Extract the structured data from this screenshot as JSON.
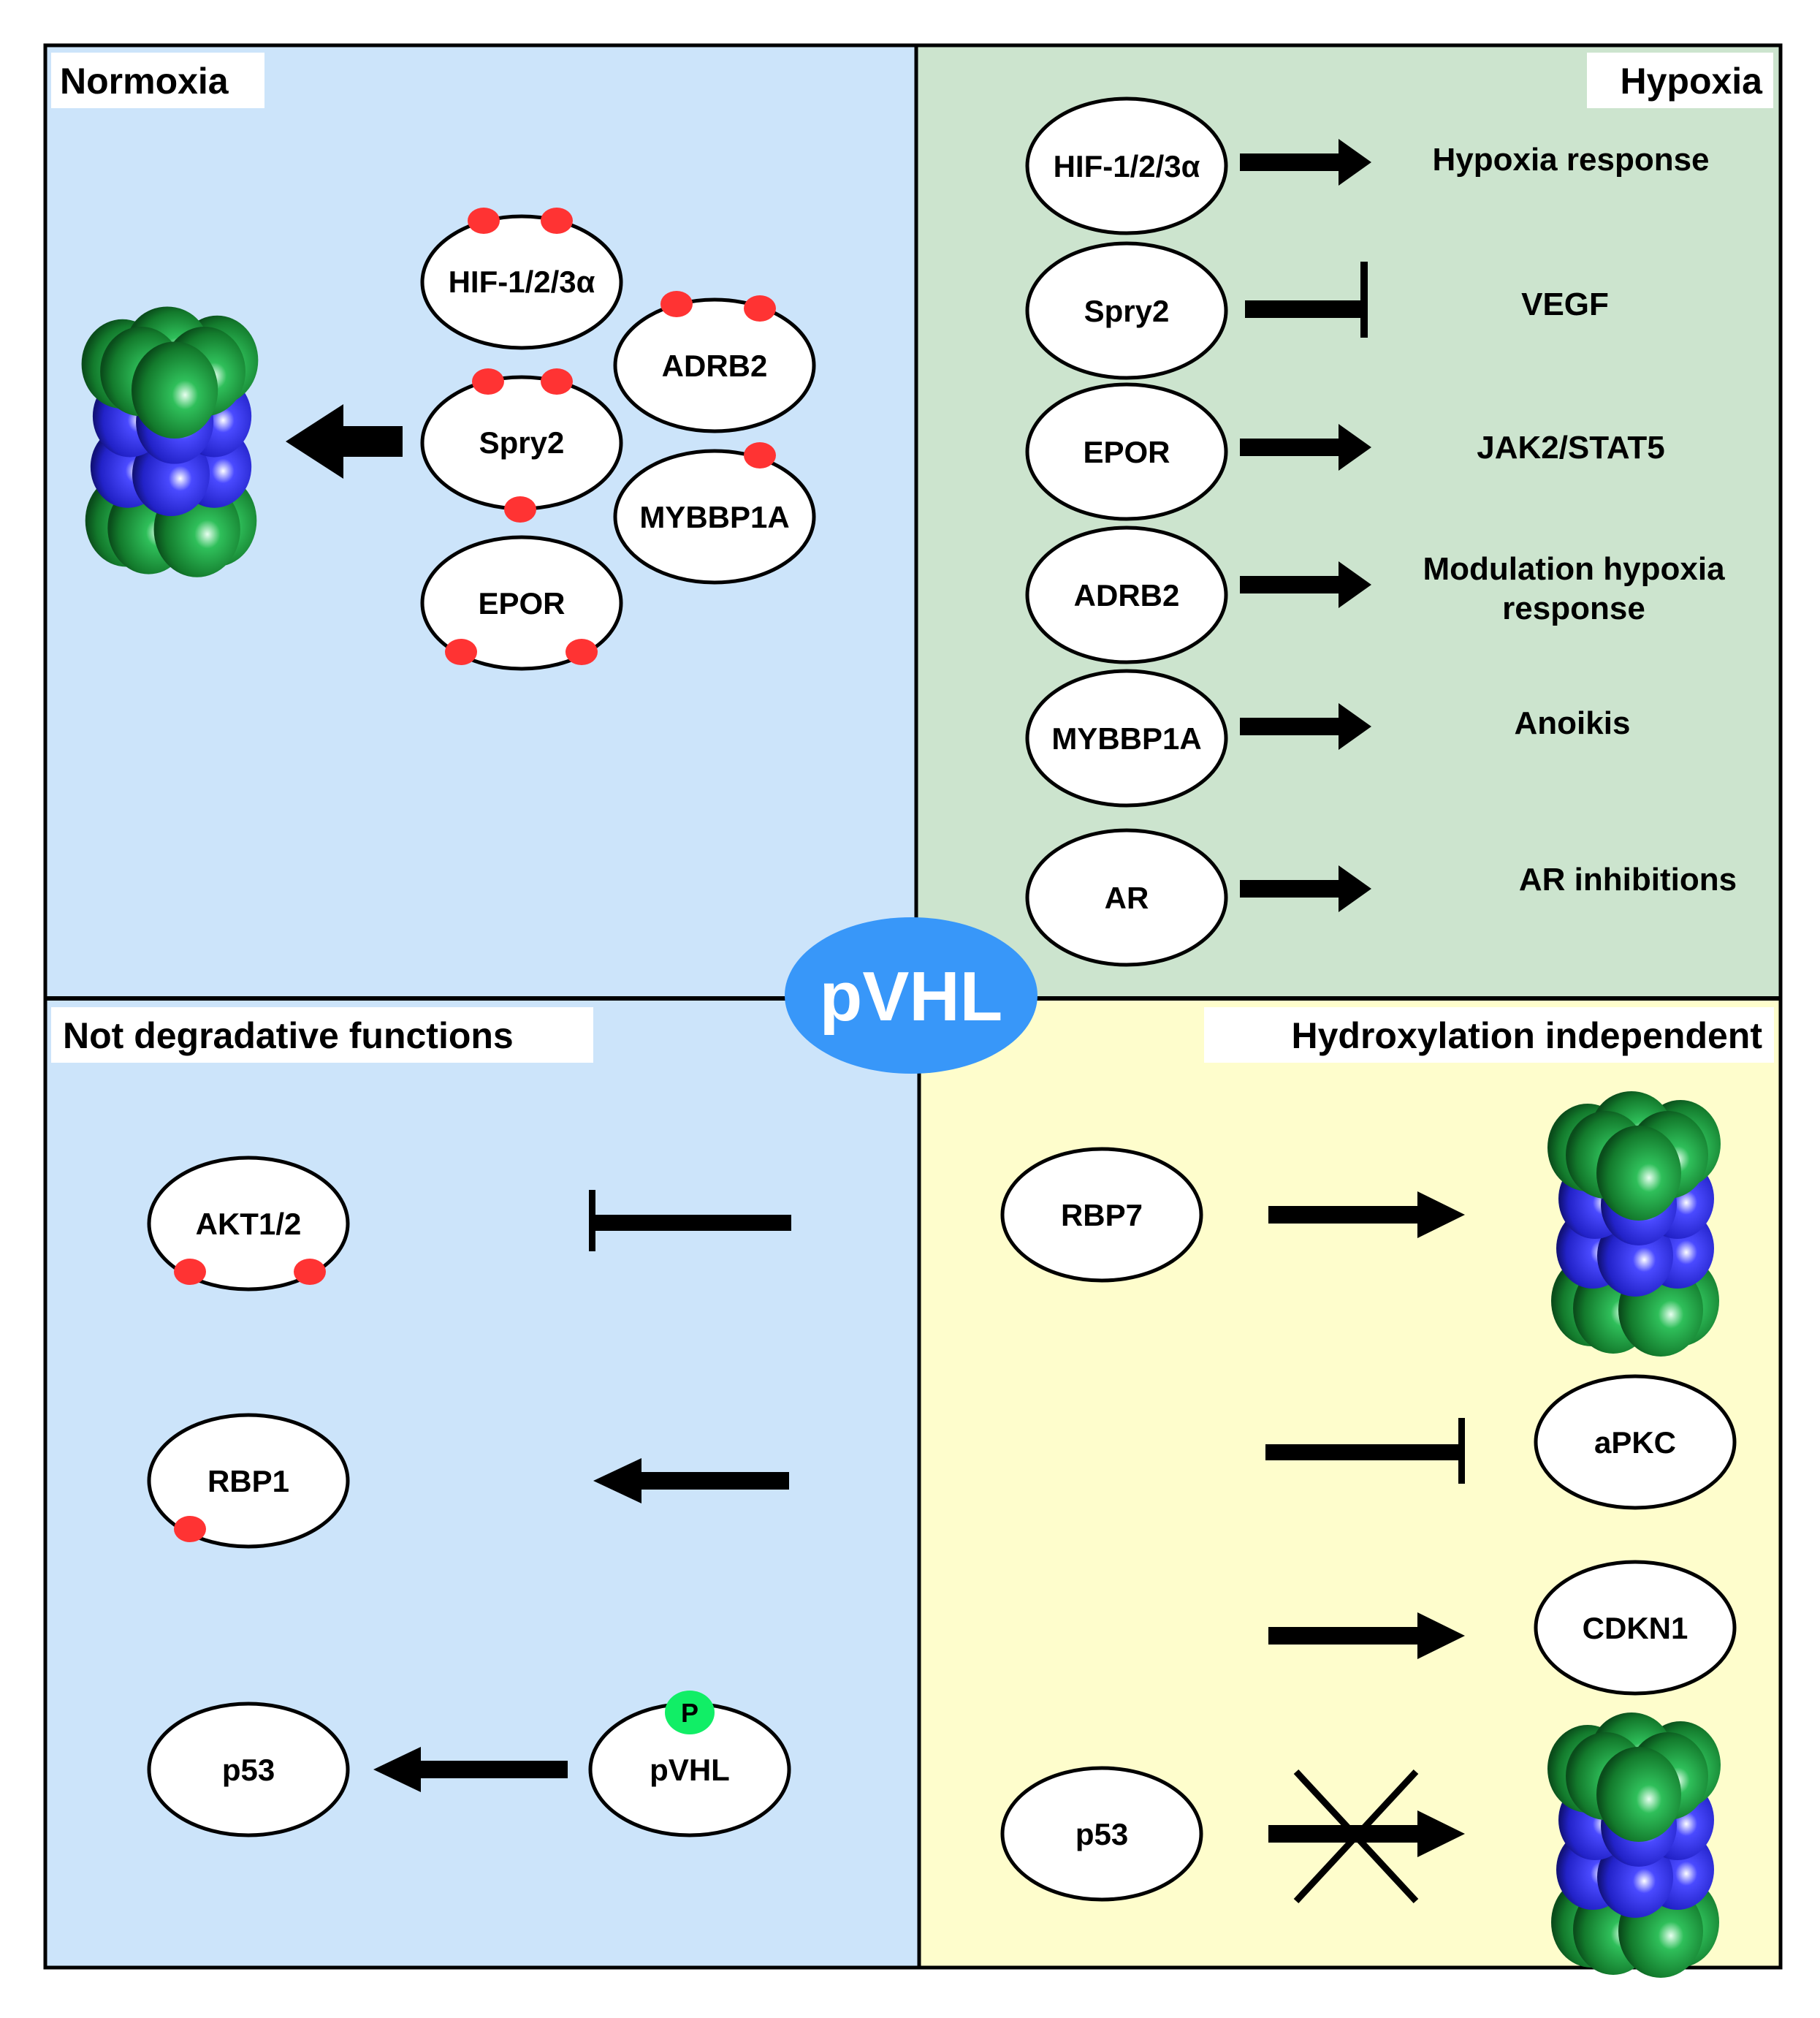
{
  "colors": {
    "normoxia_bg": "#CCE4FA",
    "hypoxia_bg": "#CCE4CE",
    "not_degradative_bg": "#CCE4FA",
    "hydroxylation_bg": "#FEFDCC",
    "center_badge": "#3897F9",
    "hydroxyl_dot": "#FF3333",
    "phospho_badge": "#11EE66",
    "proteasome_alpha": "#1E8A3A",
    "proteasome_beta": "#3030E0"
  },
  "center": {
    "label": "pVHL"
  },
  "panels": {
    "normoxia": {
      "title": "Normoxia",
      "proteins": [
        "HIF-1/2/3α",
        "ADRB2",
        "Spry2",
        "MYBBP1A",
        "EPOR"
      ],
      "relation": "degradation-by-proteasome"
    },
    "hypoxia": {
      "title": "Hypoxia",
      "rows": [
        {
          "protein": "HIF-1/2/3α",
          "relation": "activates",
          "target": [
            "Hypoxia response"
          ]
        },
        {
          "protein": "Spry2",
          "relation": "inhibits",
          "target": [
            "VEGF"
          ]
        },
        {
          "protein": "EPOR",
          "relation": "activates",
          "target": [
            "JAK2/STAT5"
          ]
        },
        {
          "protein": "ADRB2",
          "relation": "activates",
          "target": [
            "Modulation hypoxia",
            "response"
          ]
        },
        {
          "protein": "MYBBP1A",
          "relation": "activates",
          "target": [
            "Anoikis"
          ]
        },
        {
          "protein": "AR",
          "relation": "activates",
          "target": [
            "AR inhibitions"
          ]
        }
      ]
    },
    "not_degradative": {
      "title": "Not degradative functions",
      "rows": [
        {
          "protein": "AKT1/2",
          "relation": "inhibited-by-pVHL"
        },
        {
          "protein": "RBP1",
          "relation": "acted-on-by-pVHL"
        },
        {
          "protein": "p53",
          "source": "pVHL",
          "source_badge": "P",
          "relation": "acted-on-by-phospho-pVHL"
        }
      ]
    },
    "hydroxylation_independent": {
      "title": "Hydroxylation independent",
      "rows": [
        {
          "protein": "RBP7",
          "relation": "to-proteasome"
        },
        {
          "protein": "aPKC",
          "relation": "inhibited"
        },
        {
          "protein": "CDKN1",
          "relation": "activated"
        },
        {
          "protein": "p53",
          "relation": "blocked-to-proteasome"
        }
      ]
    }
  }
}
